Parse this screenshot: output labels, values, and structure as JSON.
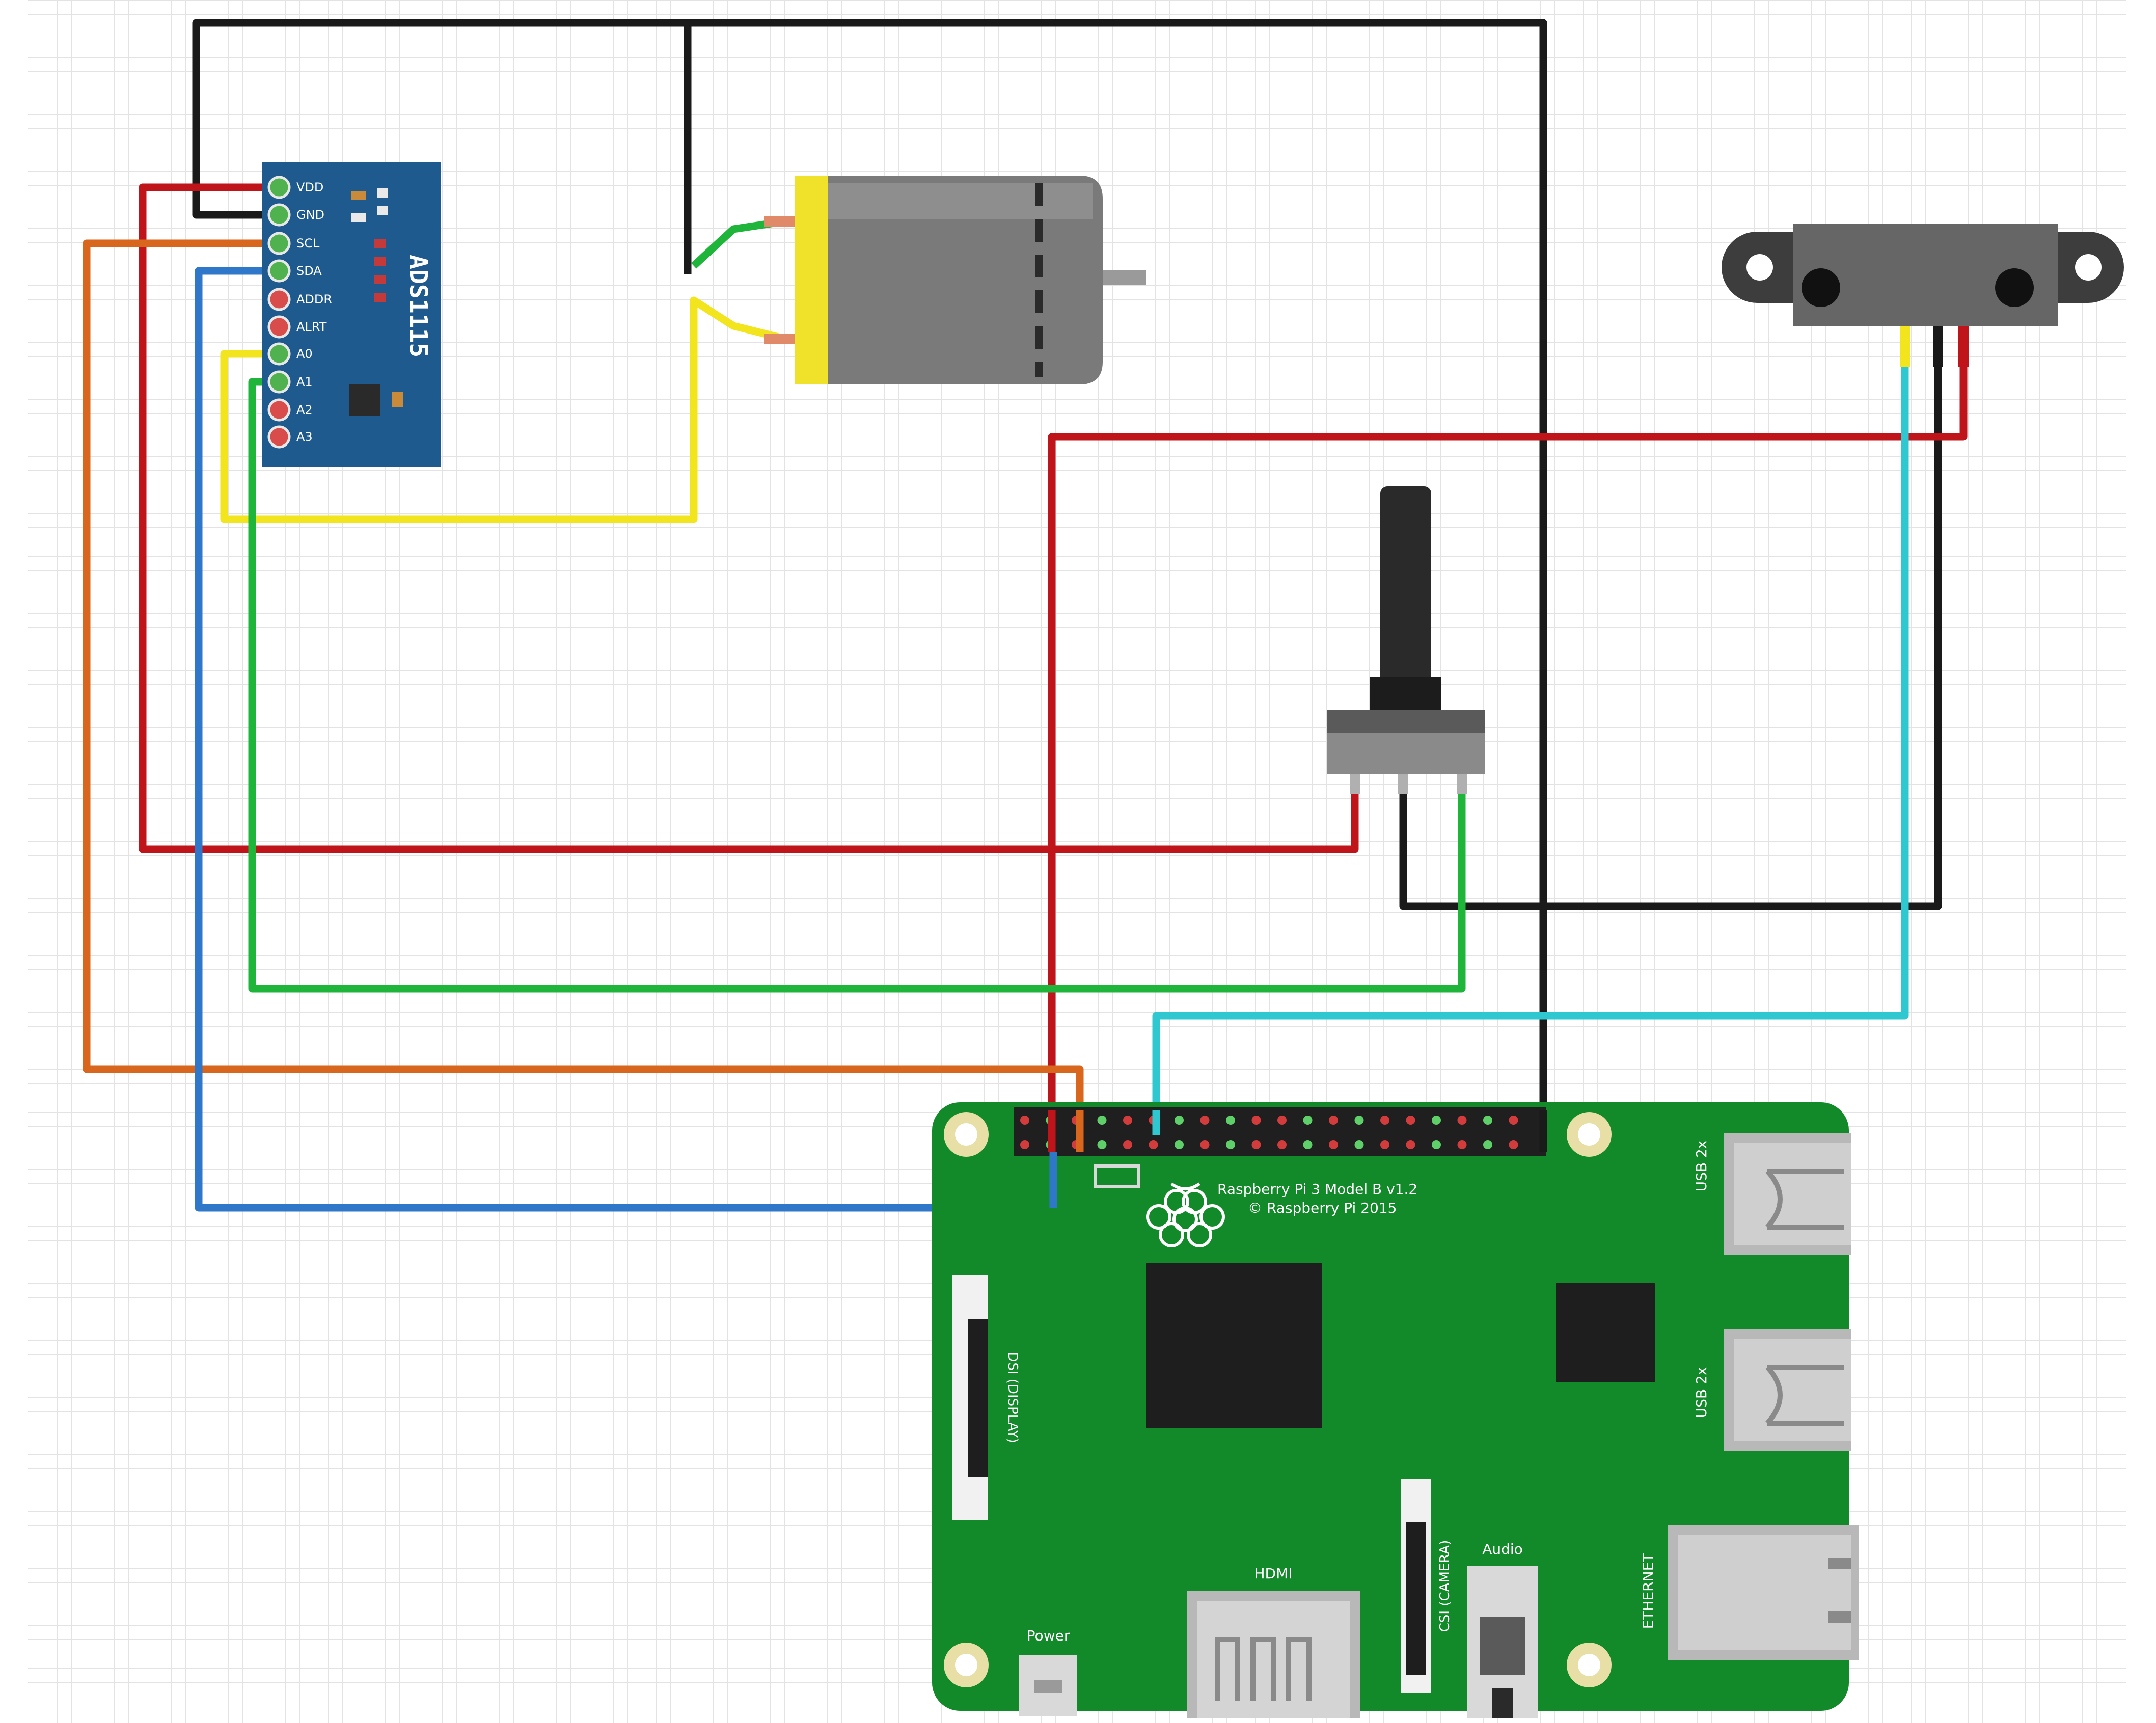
{
  "ads1115": {
    "title": "ADS1115",
    "pins": [
      "VDD",
      "GND",
      "SCL",
      "SDA",
      "ADDR",
      "ALRT",
      "A0",
      "A1",
      "A2",
      "A3"
    ]
  },
  "raspberry_pi": {
    "model_label": "Raspberry Pi 3 Model B v1.2",
    "copyright_label": "© Raspberry Pi 2015",
    "usb_label_1": "USB 2x",
    "usb_label_2": "USB 2x",
    "ethernet_label": "ETHERNET",
    "hdmi_label": "HDMI",
    "audio_label": "Audio",
    "power_label": "Power",
    "display_label": "DSI (DISPLAY)",
    "camera_label": "CSI (CAMERA)"
  },
  "wire_colors": {
    "black": "#1a1a1a",
    "red": "#c0141b",
    "orange": "#d8661c",
    "blue": "#2f77c8",
    "yellow": "#f2e51e",
    "green": "#1fb53a",
    "cyan": "#30c8d0"
  },
  "board_colors": {
    "pi_green": "#138a2a",
    "ads_blue": "#1f5a8f",
    "motor_gray": "#7a7a7a",
    "motor_yellow": "#f0e22a"
  }
}
